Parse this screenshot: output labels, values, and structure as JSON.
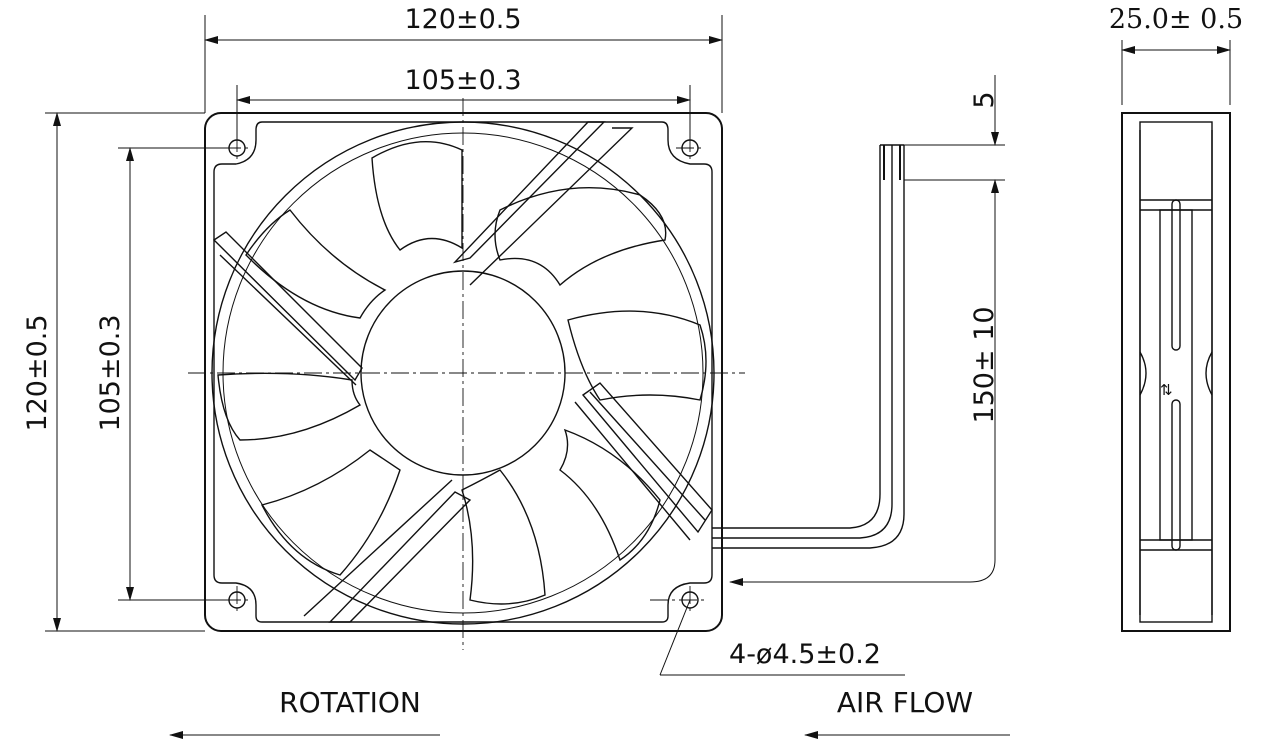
{
  "dimensions": {
    "overall_width": "120±0.5",
    "hole_pitch_width": "105±0.3",
    "overall_height": "120±0.5",
    "hole_pitch_height": "105±0.3",
    "thickness": "25.0±  0.5",
    "wire_strip": "5",
    "lead_length": "150±  10",
    "mounting_holes": "4-ø4.5±0.2"
  },
  "labels": {
    "rotation": "ROTATION",
    "air_flow": "AIR FLOW"
  }
}
